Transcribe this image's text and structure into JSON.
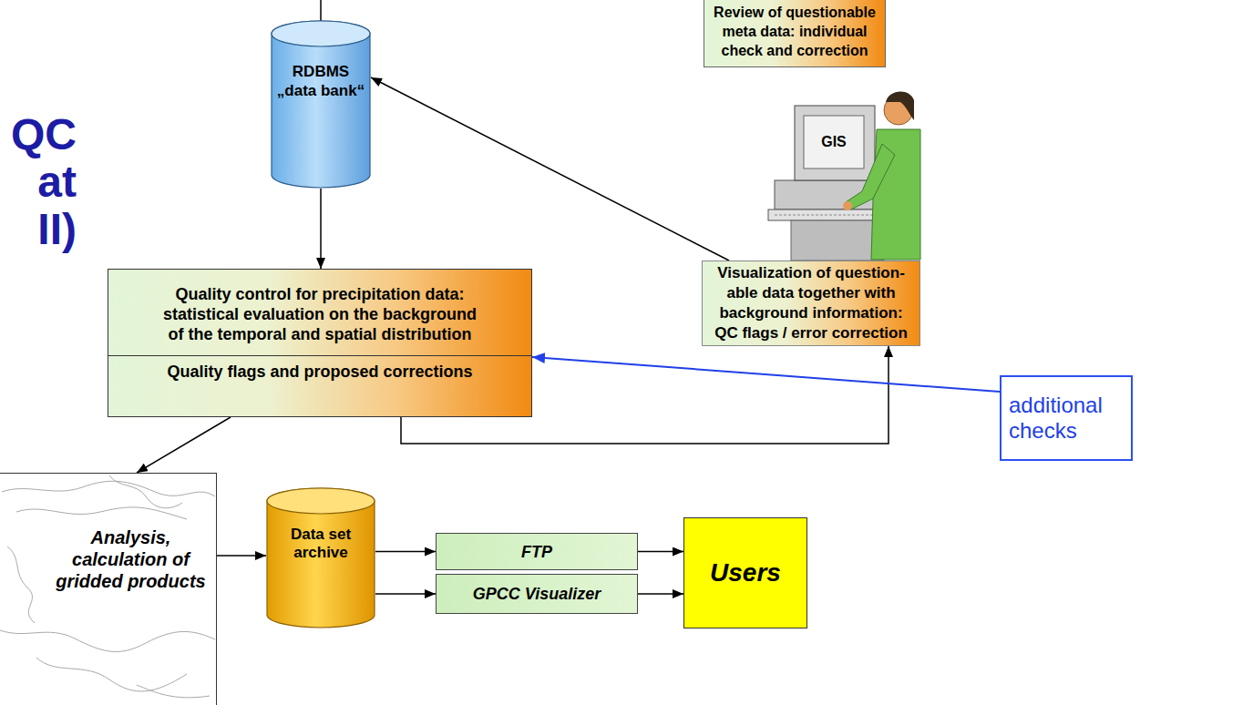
{
  "diagram": {
    "title": "QC at II)",
    "nodes": [
      {
        "text": [
          "Review of questionable meta data: individual check and correction"
        ]
      },
      {
        "text": [
          "RDBMS",
          "„data bank“"
        ]
      },
      {
        "text": [
          "Quality control for precipitation data: statistical evaluation on the background of the temporal and spatial distribution",
          "Quality flags and proposed corrections"
        ]
      },
      {
        "text": [
          "Visualization of question- able data together with background information: QC flags / error correction"
        ]
      },
      {
        "text": [
          "additional checks"
        ]
      },
      {
        "text": [
          "Analysis, calculation of gridded products"
        ]
      },
      {
        "text": [
          "Data set archive"
        ]
      },
      {
        "text": [
          "FTP"
        ]
      },
      {
        "text": [
          "GPCC Visualizer"
        ]
      },
      {
        "text": [
          "Users"
        ]
      }
    ],
    "edges": [
      {
        "from": 3,
        "to": 1,
        "arrow": "to"
      },
      {
        "from": 1,
        "to": 2,
        "arrow": "to"
      },
      {
        "from": 2,
        "to": 3,
        "arrow": "to"
      },
      {
        "from": 4,
        "to": 2,
        "arrow": "to"
      },
      {
        "from": 2,
        "to": 5,
        "arrow": "to"
      },
      {
        "from": 5,
        "to": 6,
        "arrow": "to"
      },
      {
        "from": 6,
        "to": 7,
        "arrow": "to"
      },
      {
        "from": 6,
        "to": 8,
        "arrow": "to"
      },
      {
        "from": 7,
        "to": 9,
        "arrow": "to"
      },
      {
        "from": 8,
        "to": 9,
        "arrow": "to"
      }
    ],
    "labels": [
      "GIS"
    ]
  }
}
